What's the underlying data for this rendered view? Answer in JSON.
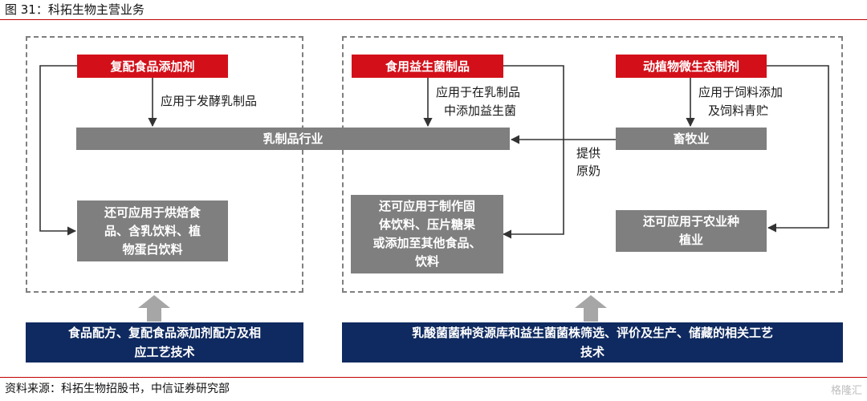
{
  "header": {
    "title": "图 31：科拓生物主营业务"
  },
  "footer": {
    "source": "资料来源：科拓生物招股书，中信证券研究部",
    "watermark": "格隆汇"
  },
  "products": {
    "compound": "复配食品添加剂",
    "probiotic": "食用益生菌制品",
    "microeco": "动植物微生态制剂"
  },
  "applications": {
    "fermented_dairy": "应用于发酵乳制品",
    "add_probiotic_line1": "应用于在乳制品",
    "add_probiotic_line2": "中添加益生菌",
    "feed_line1": "应用于饲料添加",
    "feed_line2": "及饲料青贮",
    "raw_milk_line1": "提供",
    "raw_milk_line2": "原奶"
  },
  "industries": {
    "dairy": "乳制品行业",
    "livestock": "畜牧业"
  },
  "other_uses": {
    "compound": {
      "line1": "还可应用于烘焙食",
      "line2": "品、含乳饮料、植",
      "line3": "物蛋白饮料"
    },
    "probiotic": {
      "line1": "还可应用于制作固",
      "line2": "体饮料、压片糖果",
      "line3": "或添加至其他食品、",
      "line4": "饮料"
    },
    "microeco": {
      "line1": "还可应用于农业种",
      "line2": "植业"
    }
  },
  "technologies": {
    "left": {
      "line1": "食品配方、复配食品添加剂配方及相",
      "line2": "应工艺技术"
    },
    "right": {
      "line1": "乳酸菌菌种资源库和益生菌菌株筛选、评价及生产、储藏的相关工艺",
      "line2": "技术"
    }
  }
}
